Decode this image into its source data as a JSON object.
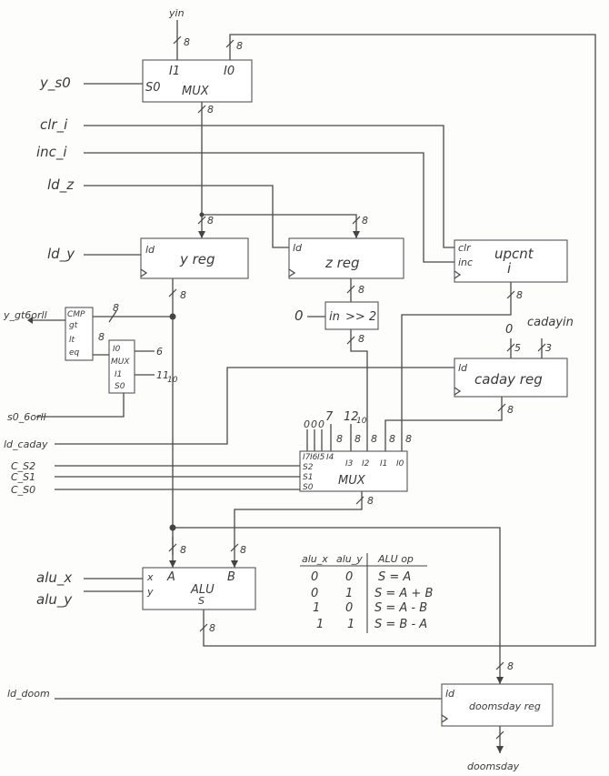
{
  "inputs": {
    "yin": "yin",
    "y_s0": "y_s0",
    "clr_i": "clr_i",
    "inc_i": "inc_i",
    "ld_z": "ld_z",
    "ld_y": "ld_y",
    "y_gt6orll": "y_gt6orll",
    "s0_6orll": "s0_6orll",
    "ld_caday": "ld_caday",
    "c_s2": "C_S2",
    "c_s1": "C_S1",
    "c_s0": "C_S0",
    "alu_x": "alu_x",
    "alu_y": "alu_y",
    "ld_doom": "ld_doom",
    "cadayin": "cadayin",
    "zero": "0"
  },
  "mux_top": {
    "i1": "I1",
    "i0": "I0",
    "s0": "S0",
    "name": "MUX"
  },
  "y_reg": {
    "ld": "ld",
    "name": "y reg"
  },
  "z_reg": {
    "ld": "ld",
    "name": "z reg"
  },
  "upcnt": {
    "clr": "clr",
    "inc": "inc",
    "name": "upcnt",
    "sub": "i"
  },
  "shifter": {
    "in": "in",
    "op": ">> 2"
  },
  "cmp": {
    "name": "CMP",
    "gt": "gt",
    "lt": "lt",
    "eq": "eq"
  },
  "small_mux": {
    "i0": "I0",
    "name": "MUX",
    "i1": "I1",
    "s0": "S0",
    "c6": "6",
    "c11": "11",
    "c11sub": "10"
  },
  "caday_reg": {
    "ld": "ld",
    "name": "caday reg"
  },
  "big_mux": {
    "s2": "S2",
    "s1": "S1",
    "s0": "S0",
    "name": "MUX",
    "inputs": [
      "I7",
      "I6",
      "I5",
      "I4",
      "I3",
      "I2",
      "I1",
      "I0"
    ]
  },
  "const_bits": [
    "0",
    "0",
    "0"
  ],
  "const_7": "7",
  "const_12": "12",
  "const_12sub": "10",
  "const_0_caday": "0",
  "bus_width_5": "5",
  "bus_width_3": "3",
  "alu": {
    "x": "x",
    "y": "y",
    "a": "A",
    "b": "B",
    "name": "ALU",
    "s": "S"
  },
  "doomsday_reg": {
    "ld": "ld",
    "name": "doomsday reg"
  },
  "doomsday_out": "doomsday",
  "bus_width": "8",
  "alu_table": {
    "headers": [
      "alu_x",
      "alu_y",
      "ALU op"
    ],
    "rows": [
      [
        "0",
        "0",
        "S = A"
      ],
      [
        "0",
        "1",
        "S = A + B"
      ],
      [
        "1",
        "0",
        "S = A - B"
      ],
      [
        "1",
        "1",
        "S = B - A"
      ]
    ]
  }
}
